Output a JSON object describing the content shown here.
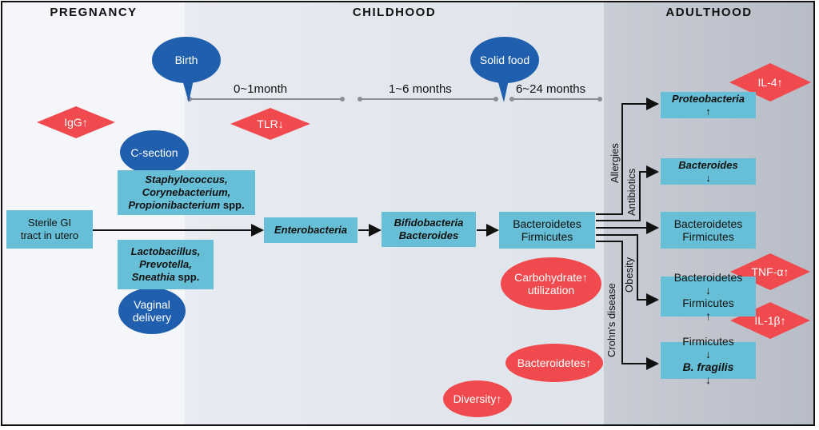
{
  "phases": {
    "pregnancy": "PREGNANCY",
    "childhood": "CHILDHOOD",
    "adulthood": "ADULTHOOD"
  },
  "timeline": {
    "t1": "0~1month",
    "t2": "1~6 months",
    "t3": "6~24 months"
  },
  "bubbles": {
    "birth": "Birth",
    "solid_food": "Solid food",
    "c_section": "C-section",
    "vaginal_l1": "Vaginal",
    "vaginal_l2": "delivery"
  },
  "diamonds": {
    "igg": "IgG",
    "tlr": "TLR",
    "il4": "IL-4",
    "tnf": "TNF-α",
    "il1b": "IL-1β"
  },
  "boxes": {
    "sterile_l1": "Sterile GI",
    "sterile_l2": "tract in utero",
    "csec_l1": "Staphylococcus,",
    "csec_l2": "Corynebacterium,",
    "csec_l3": "Propionibacterium",
    "csec_l3b": " spp.",
    "vag_l1": "Lactobacillus,",
    "vag_l2": "Prevotella,",
    "vag_l3": "Sneathia",
    "vag_l3b": " spp.",
    "entero": "Enterobacteria",
    "bifido_l1": "Bifidobacteria",
    "bifido_l2": "Bacteroides",
    "bf_l1": "Bacteroidetes",
    "bf_l2": "Firmicutes",
    "proteo": "Proteobacteria",
    "bacteroides": "Bacteroides",
    "adult_bf_l1": "Bacteroidetes",
    "adult_bf_l2": "Firmicutes",
    "obese_l1": "Bacteroidetes",
    "obese_l2": "Firmicutes",
    "crohn_l1": "Firmicutes",
    "crohn_l2": "B. fragilis"
  },
  "ellipses": {
    "carb_l1": "Carbohydrate",
    "carb_l2": "utilization",
    "bacteroidetes": "Bacteroidetes",
    "diversity": "Diversity"
  },
  "branch_labels": {
    "allergies": "Allergies",
    "antibiotics": "Antibiotics",
    "obesity": "Obesity",
    "crohns": "Crohn's disease"
  },
  "symbols": {
    "up": "↑",
    "down": "↓"
  },
  "colors": {
    "box": "#66bfd6",
    "blue_bubble": "#1f5fae",
    "red_marker": "#f04a4f"
  }
}
